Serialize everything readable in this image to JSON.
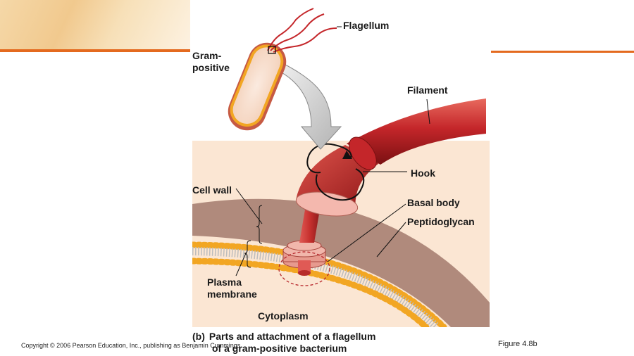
{
  "labels": {
    "flagellum": "Flagellum",
    "gram_line1": "Gram-",
    "gram_line2": "positive",
    "filament": "Filament",
    "hook": "Hook",
    "cell_wall": "Cell wall",
    "basal_body": "Basal body",
    "peptidoglycan": "Peptidoglycan",
    "plasma_line1": "Plasma",
    "plasma_line2": "membrane",
    "cytoplasm": "Cytoplasm"
  },
  "caption": {
    "part": "(b)",
    "line1": "Parts and attachment of a flagellum",
    "line2": "of a gram-positive bacterium"
  },
  "footer": {
    "copyright": "Copyright © 2006 Pearson Education, Inc., publishing as Benjamin Cummings",
    "figure_ref": "Figure 4.8b"
  },
  "colors": {
    "accent_rule": "#e46a1f",
    "flagellum_red": "#c4262a",
    "cell_wall_brown": "#b08a7c",
    "membrane_yellow": "#f2a623",
    "basal_pink": "#e79a8e"
  }
}
